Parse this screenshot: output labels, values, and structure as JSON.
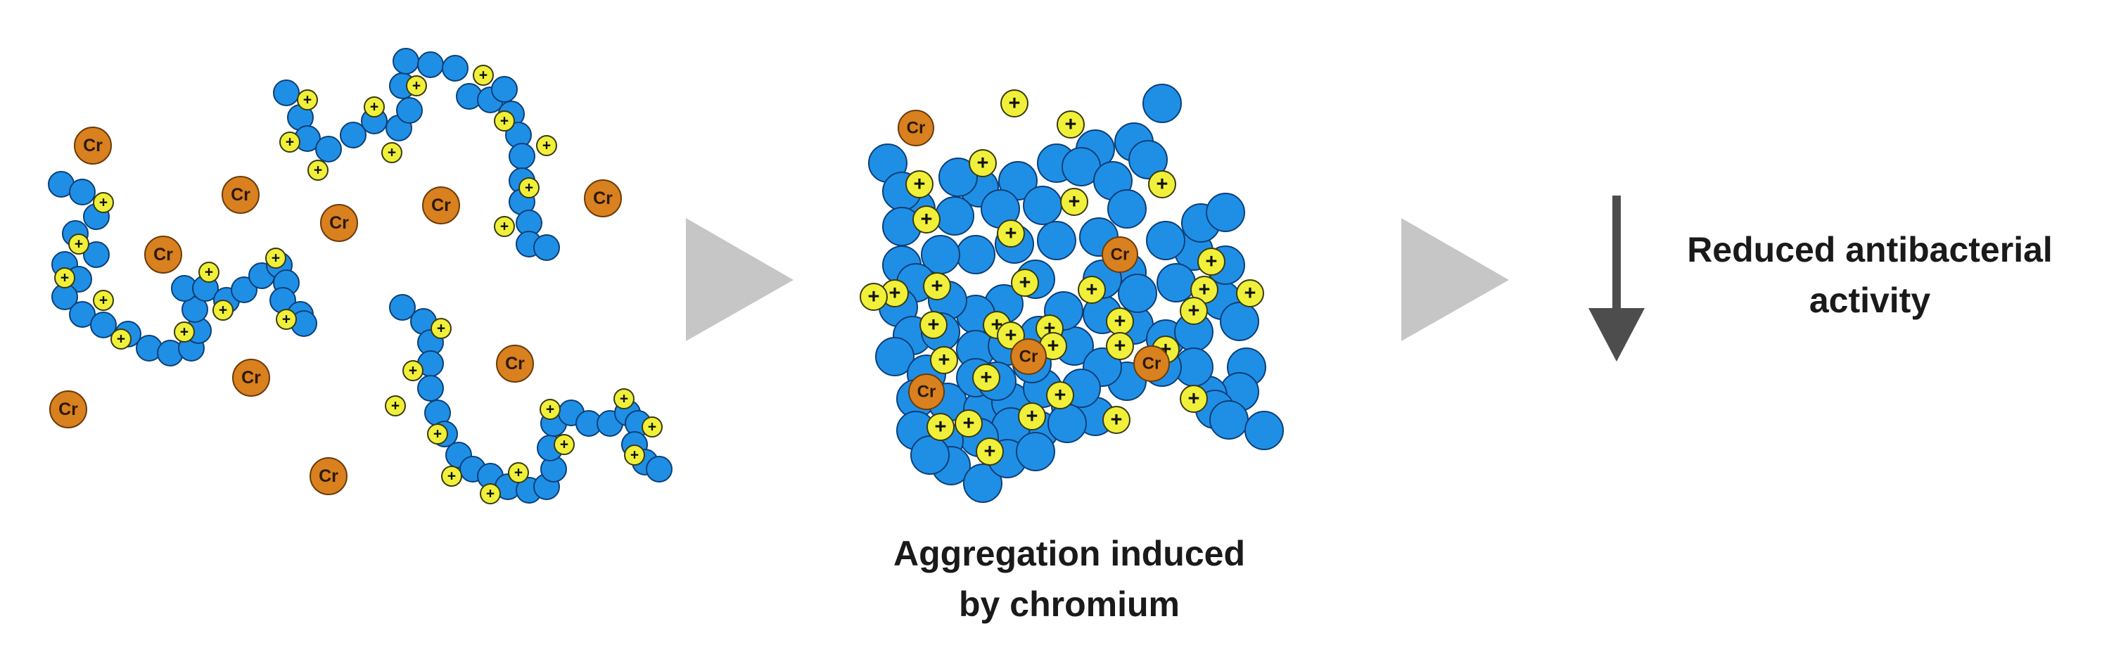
{
  "labels": {
    "cr": "Cr",
    "plus": "+",
    "aggregation_line1": "Aggregation induced",
    "aggregation_line2": "by chromium",
    "result_line1": "Reduced antibacterial",
    "result_line2": "activity"
  },
  "colors": {
    "bead": "#1f8fe6",
    "bead_stroke": "#0b3f78",
    "charge": "#f0f03a",
    "charge_stroke": "#3a3a10",
    "chromium": "#d9801f",
    "chromium_stroke": "#6a3a08",
    "process_arrow": "#c6c6c6",
    "down_arrow": "#4d4d4d",
    "text": "#1a1a1a"
  },
  "icons": {
    "process_arrow": "right-triangle-arrow-icon",
    "down_arrow": "down-arrow-icon"
  }
}
